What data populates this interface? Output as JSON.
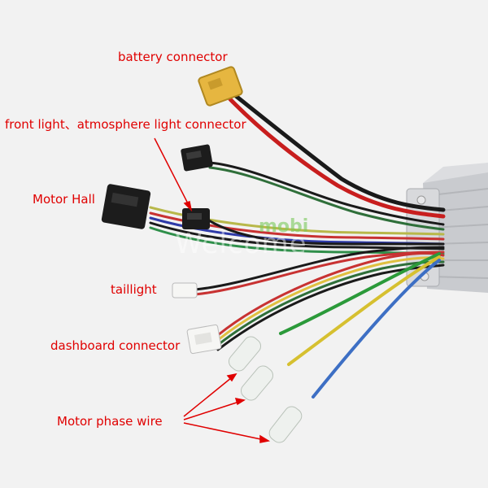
{
  "labels": {
    "battery": "battery connector",
    "front_light": "front light、atmosphere light connector",
    "motor_hall": "Motor Hall",
    "taillight": "taillight",
    "dashboard": "dashboard connector",
    "motor_phase": "Motor phase wire"
  },
  "watermark": {
    "brand": "mobi",
    "text": "Welcome"
  },
  "colors": {
    "label_red": "#e00000",
    "background": "#f2f2f2",
    "battery_plug": "#e6b640"
  }
}
